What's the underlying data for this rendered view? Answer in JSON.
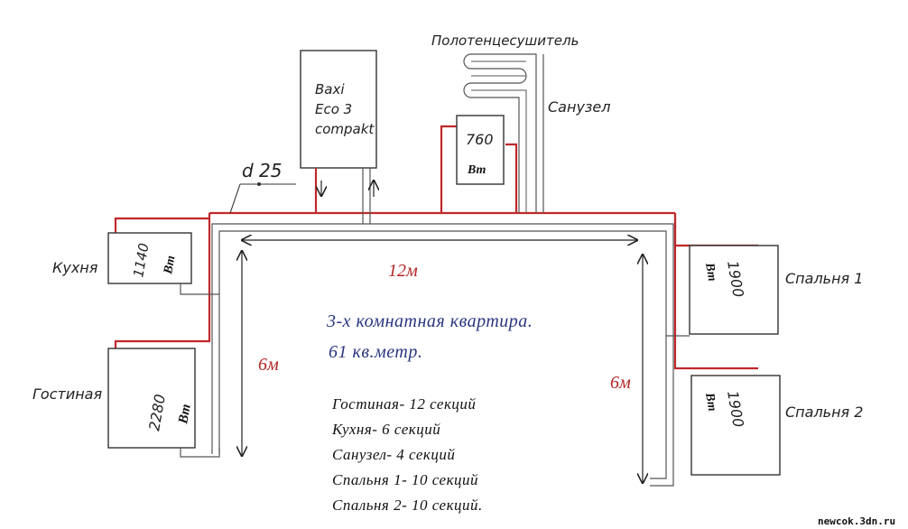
{
  "boiler": {
    "line1": "Baxi",
    "line2": "Eco 3",
    "line3": "compakt"
  },
  "pipe_label": "d 25",
  "towel_dryer_label": "Полотенцесушитель",
  "rooms": {
    "bathroom": {
      "name": "Санузел",
      "power": "760",
      "unit": "Вт"
    },
    "kitchen": {
      "name": "Кухня",
      "power": "1140",
      "unit": "Вт"
    },
    "living": {
      "name": "Гостиная",
      "power": "2280",
      "unit": "Вт"
    },
    "bedroom1": {
      "name": "Спальня 1",
      "power": "1900",
      "unit": "Вт"
    },
    "bedroom2": {
      "name": "Спальня 2",
      "power": "1900",
      "unit": "Вт"
    }
  },
  "dimensions": {
    "length": "12м",
    "left_width": "6м",
    "right_width": "6м"
  },
  "summary": {
    "title": "3-х комнатная квартира.",
    "area": "61 кв.метр."
  },
  "sections": [
    "Гостиная- 12 секций",
    "Кухня- 6 секций",
    "Санузел- 4 секций",
    "Спальня 1- 10 секций",
    "Спальня 2- 10 секций."
  ],
  "watermark": "newcok.3dn.ru",
  "colors": {
    "supply": "#c0282b",
    "return": "#555555",
    "dimension": "#b42626",
    "title": "#2a3680"
  }
}
